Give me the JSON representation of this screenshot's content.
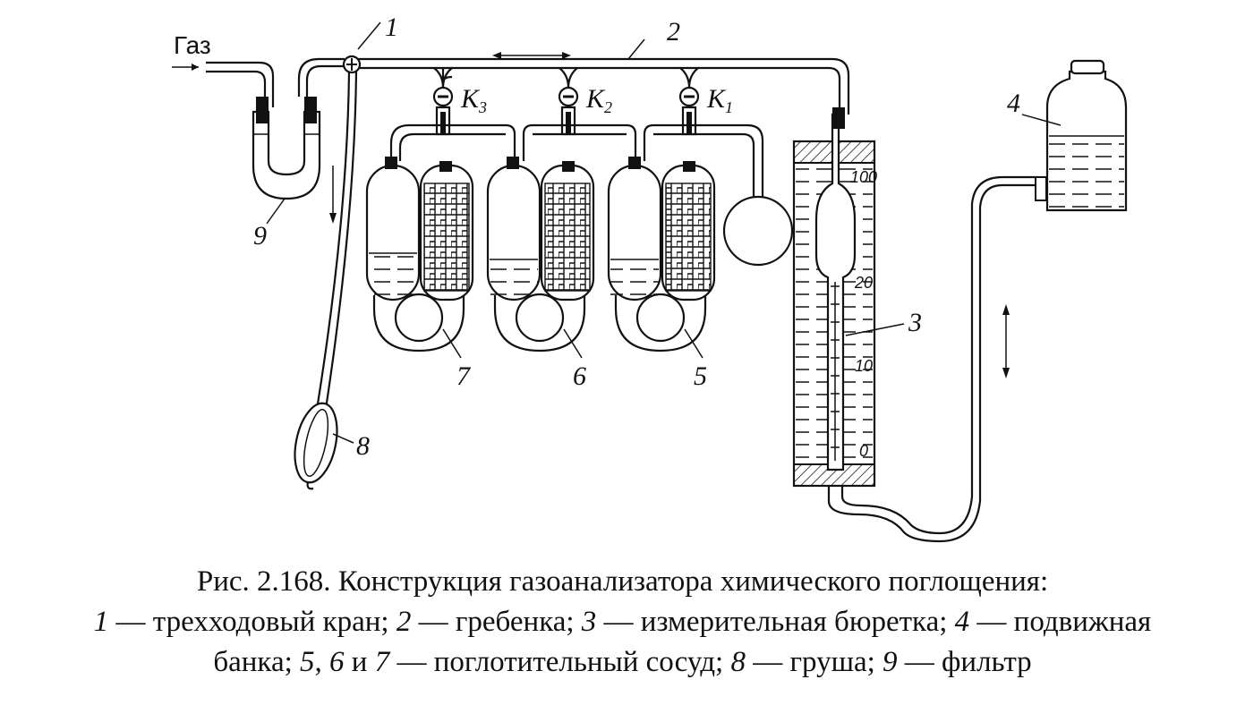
{
  "figure": {
    "gas_label": "Газ",
    "numbers": {
      "n1": "1",
      "n2": "2",
      "n3": "3",
      "n4": "4",
      "n5": "5",
      "n6": "6",
      "n7": "7",
      "n8": "8",
      "n9": "9"
    },
    "valves": [
      {
        "letter": "K",
        "sub": "3"
      },
      {
        "letter": "K",
        "sub": "2"
      },
      {
        "letter": "K",
        "sub": "1"
      }
    ],
    "burette_scale": [
      "100",
      "20",
      "10",
      "0"
    ]
  },
  "caption": {
    "title": "Рис. 2.168. Конструкция газоанализатора химического поглощения:",
    "items": [
      {
        "num": "1",
        "text": " — трехходовый кран; "
      },
      {
        "num": "2",
        "text": " — гребенка; "
      },
      {
        "num": "3",
        "text": " — измерительная бюретка; "
      },
      {
        "num": "4",
        "text": " — подвижная"
      },
      {
        "num": "",
        "text": "банка; "
      },
      {
        "num": "5",
        "text": ", "
      },
      {
        "num": "6",
        "text": " и "
      },
      {
        "num": "7",
        "text": " — поглотительный сосуд; "
      },
      {
        "num": "8",
        "text": " — груша; "
      },
      {
        "num": "9",
        "text": " — фильтр"
      }
    ]
  }
}
